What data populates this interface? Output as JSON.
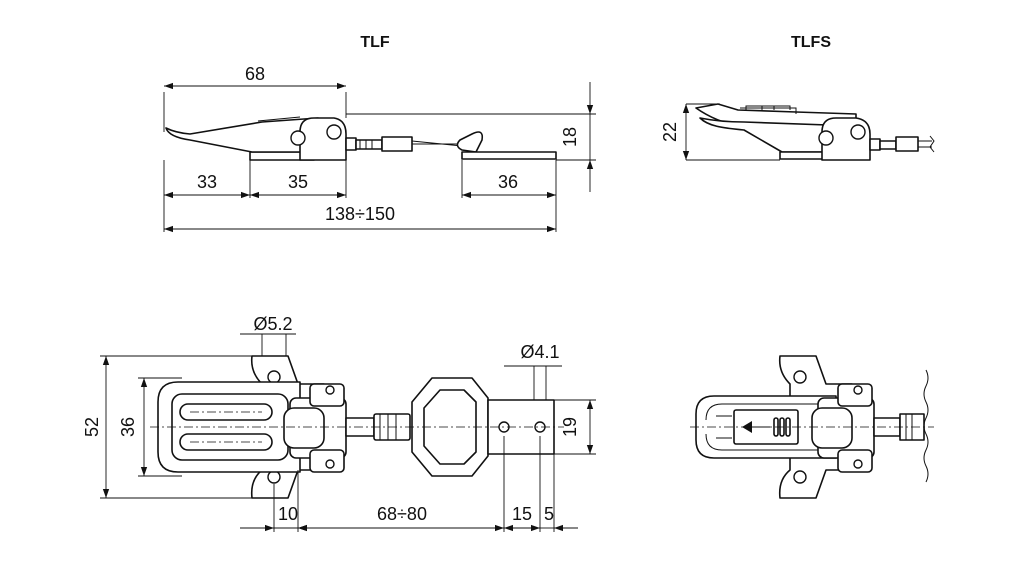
{
  "titles": {
    "tlf": "TLF",
    "tlfs": "TLFS"
  },
  "dimensions": {
    "tlf_top_length": "68",
    "tlf_left_offset": "33",
    "tlf_mid_offset": "35",
    "tlf_catch_length": "36",
    "tlf_overall_length": "138÷150",
    "tlf_height": "18",
    "tlfs_height": "22",
    "hole_diameter_body": "Ø5.2",
    "hole_diameter_catch": "Ø4.1",
    "plan_overall_width": "52",
    "plan_inner_width": "36",
    "catch_width": "19",
    "plan_offset": "10",
    "plan_adjust_range": "68÷80",
    "catch_hole_spacing": "15",
    "catch_end_offset": "5"
  },
  "colors": {
    "line": "#111111",
    "background": "#ffffff"
  }
}
